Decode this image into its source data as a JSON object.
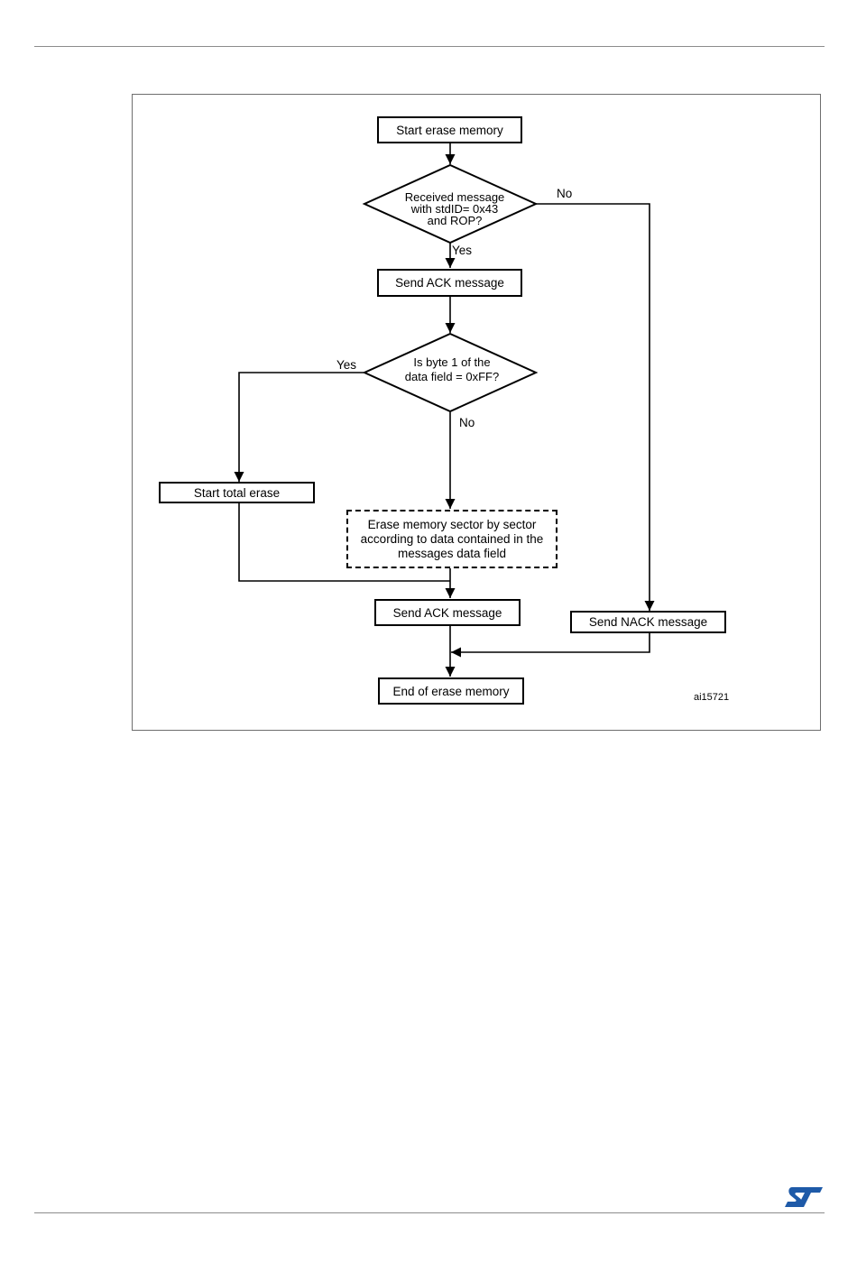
{
  "diagram": {
    "nodes": {
      "start": "Start erase memory",
      "decision_received": [
        "Received message",
        "with stdID= 0x43",
        "and ROP?"
      ],
      "send_ack_1": "Send ACK message",
      "decision_byte": [
        "Is byte 1 of the",
        "data field = 0xFF?"
      ],
      "total_erase": "Start total erase",
      "sector_erase": [
        "Erase memory sector by sector",
        "according to data contained in the",
        "messages data field"
      ],
      "send_ack_2": "Send ACK message",
      "send_nack": "Send NACK message",
      "end": "End of erase memory"
    },
    "edge_labels": {
      "received_no": "No",
      "received_yes": "Yes",
      "byte_yes": "Yes",
      "byte_no": "No"
    },
    "figure_id": "ai15721"
  },
  "colors": {
    "logo": "#1e5aa8",
    "rule": "#8c8c8c"
  },
  "icons": {
    "logo": "st-logo-icon"
  }
}
